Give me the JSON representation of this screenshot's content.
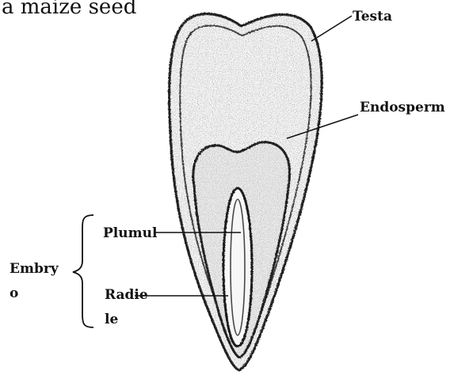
{
  "caption": "a maize seed",
  "labels": {
    "testa": "Testa",
    "endosperm": "Endosperm",
    "plumule": "Plumul",
    "radicle_line1": "Radie",
    "radicle_line2": "le",
    "embryo_line1": "Embry",
    "embryo_line2": "o"
  },
  "colors": {
    "ink": "#111111",
    "stipple": "#6e6e6e",
    "background": "#ffffff"
  }
}
